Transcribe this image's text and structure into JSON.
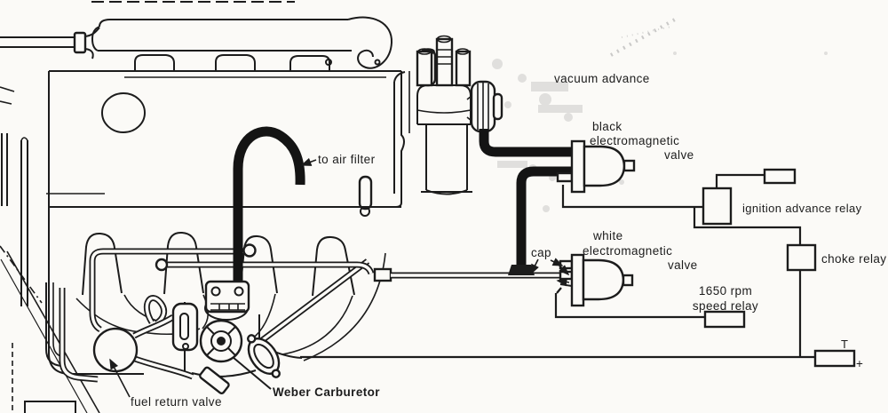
{
  "colors": {
    "ink": "#1c1c1c",
    "paper": "#fbfaf7"
  },
  "labels": {
    "vacuum_advance": "vacuum advance",
    "black_valve": {
      "line1": "black",
      "line2": "electromagnetic",
      "line3": "valve"
    },
    "white_valve": {
      "line1": "white",
      "line2": "electromagnetic",
      "line3": "valve"
    },
    "ignition_advance_relay": "ignition advance relay",
    "choke_relay": "choke relay",
    "speed_relay": {
      "line1": "1650 rpm",
      "line2": "speed relay"
    },
    "cap": "cap",
    "to_air_filter": "to air filter",
    "fuel_return_valve": "fuel return valve",
    "weber_carburetor": "Weber Carburetor",
    "battery": {
      "t": "T",
      "plus": "+"
    }
  }
}
